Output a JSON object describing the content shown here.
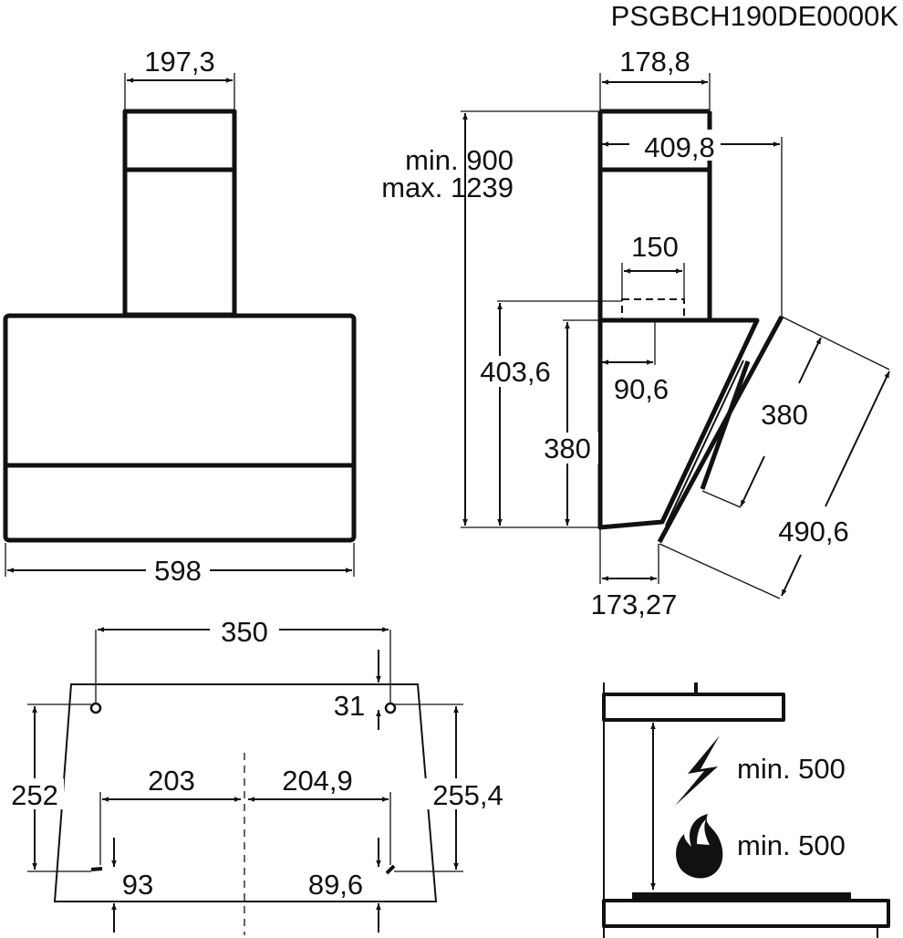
{
  "model_code": "PSGBCH190DE0000K",
  "front_view": {
    "chimney_width": "197,3",
    "hood_width": "598"
  },
  "side_view": {
    "chimney_depth": "178,8",
    "height_min": "min. 900",
    "height_max": "max. 1239",
    "total_depth": "409,8",
    "outlet_width": "150",
    "body_height": "403,6",
    "outlet_offset": "90,6",
    "front_height": "380",
    "bottom_depth": "173,27",
    "panel_inner": "380",
    "panel_length": "490,6"
  },
  "mounting_template": {
    "hole_spacing": "350",
    "top_offset": "31",
    "left_height": "252",
    "left_half": "203",
    "right_half": "204,9",
    "right_height": "255,4",
    "left_bottom": "93",
    "right_bottom": "89,6"
  },
  "clearance": {
    "electric": "min. 500",
    "gas": "min. 500"
  },
  "icons": {
    "electric": "lightning-icon",
    "gas": "flame-icon"
  }
}
